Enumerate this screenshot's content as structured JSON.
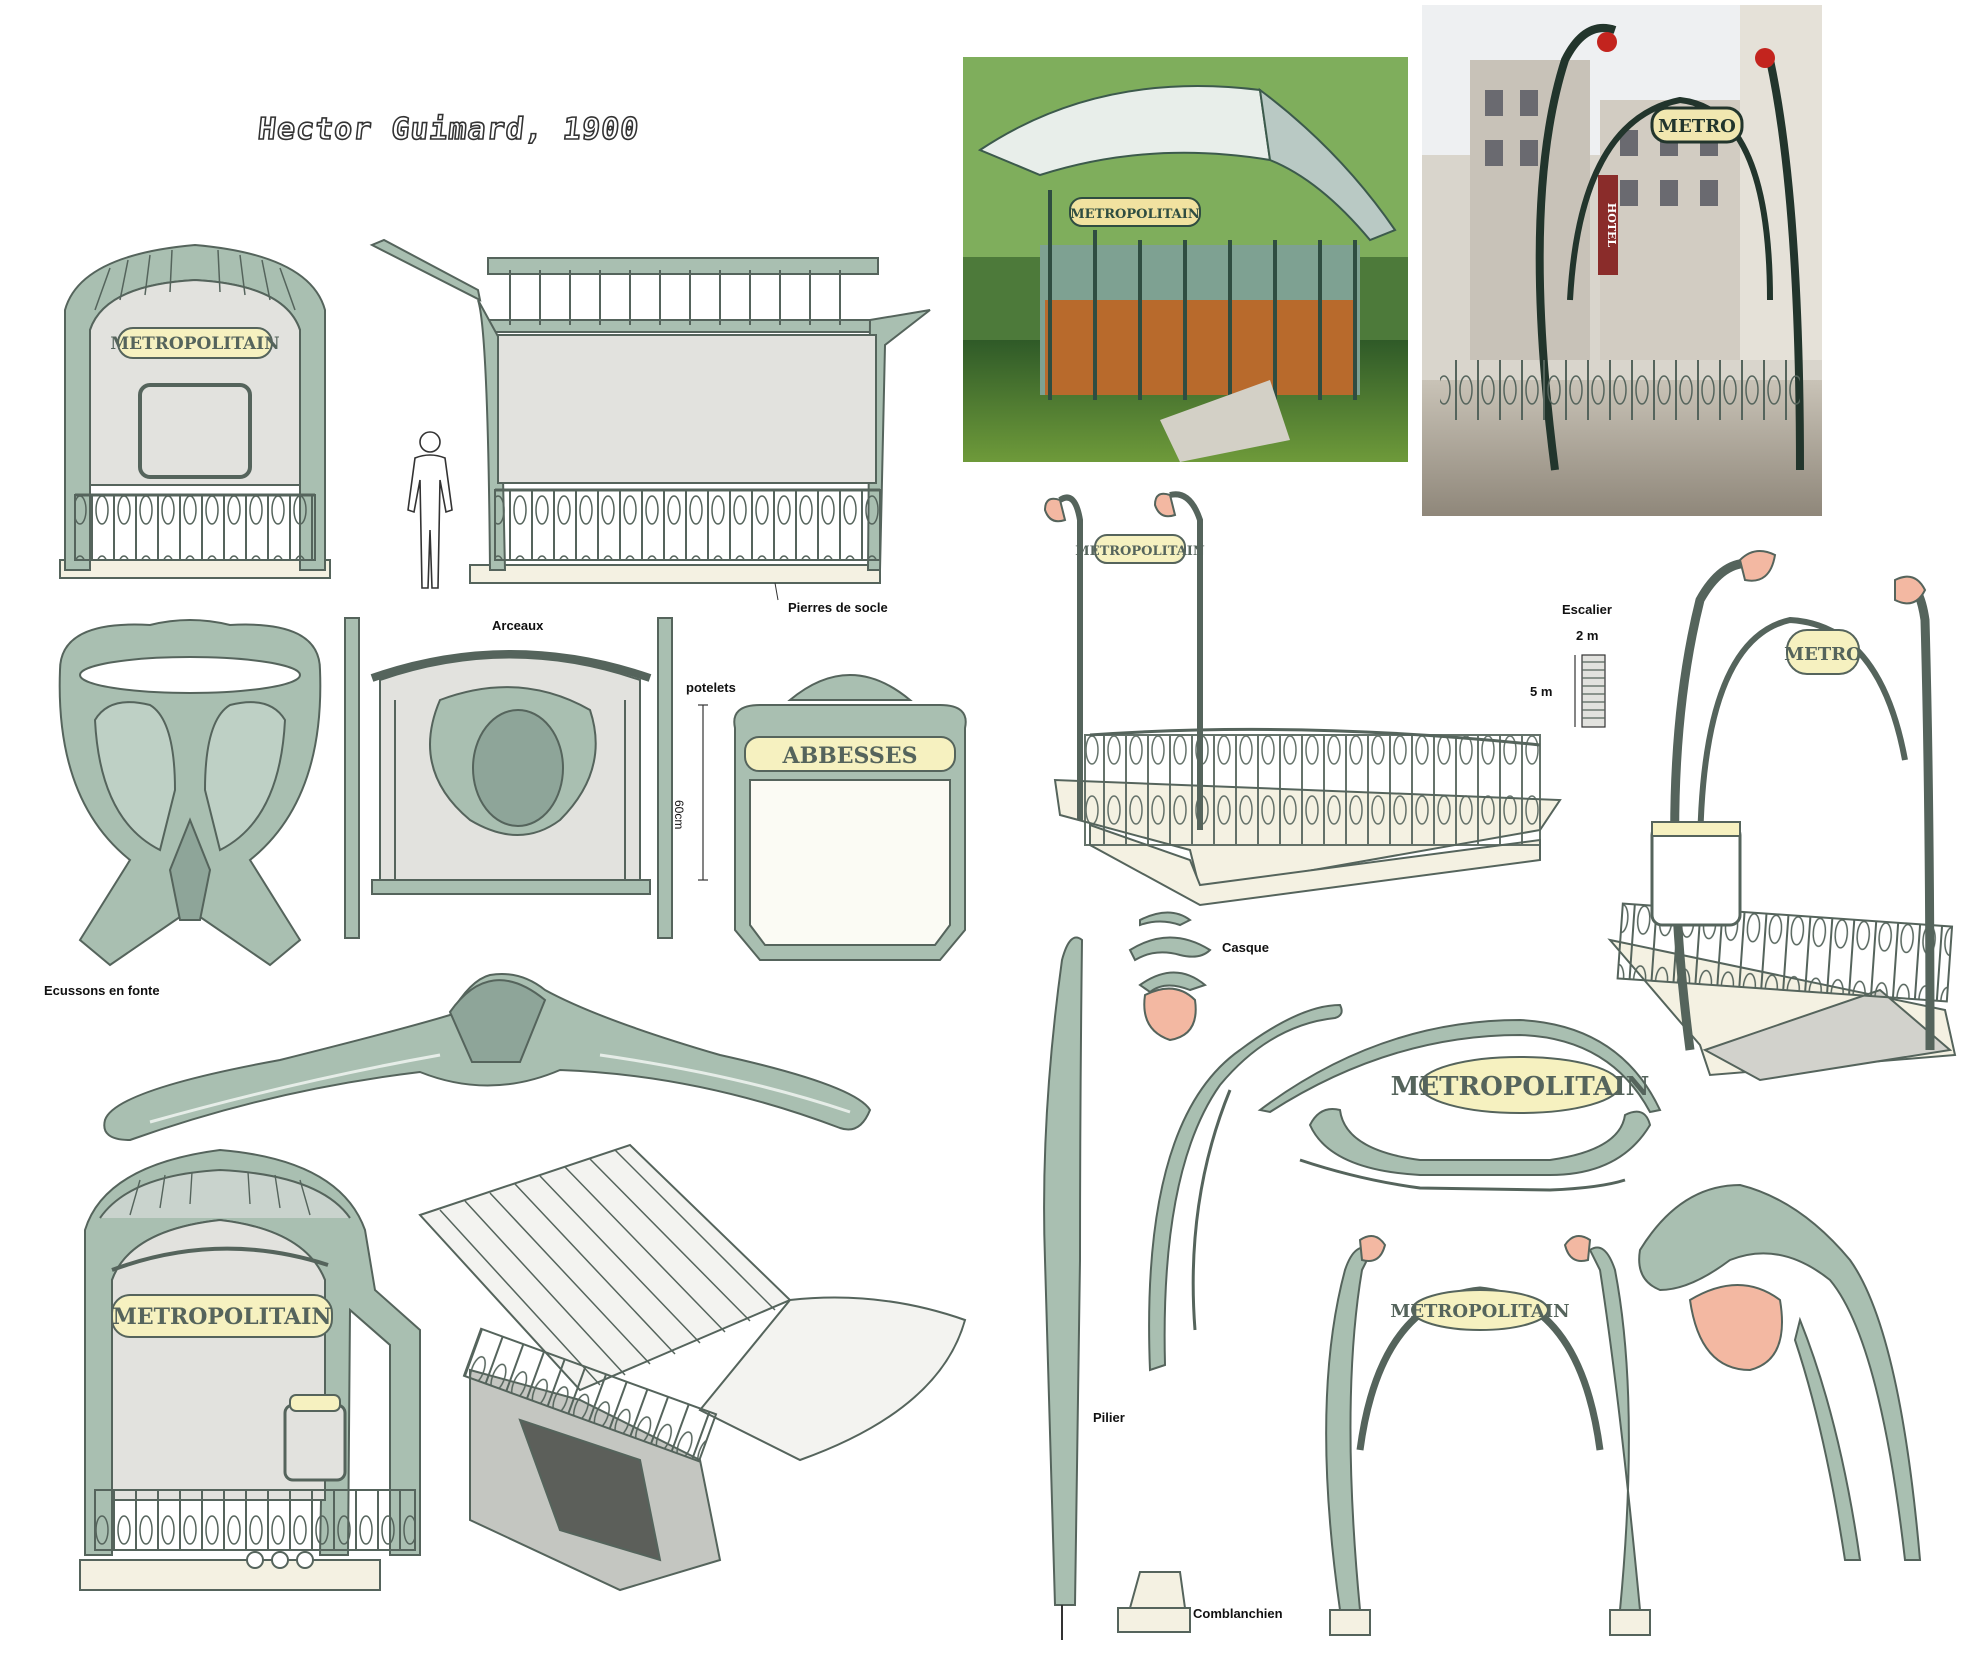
{
  "title": "Hector Guimard, 1900",
  "labels": {
    "pierres_de_socle": "Pierres de socle",
    "arceaux": "Arceaux",
    "potelets": "potelets",
    "dim_60cm": "60cm",
    "ecussons_en_fonte": "Ecussons en fonte",
    "escalier": "Escalier",
    "dim_2m": "2 m",
    "dim_5m": "5 m",
    "casque": "Casque",
    "pilier": "Pilier",
    "comblanchien": "Comblanchien"
  },
  "signs": {
    "metropolitain": "METROPOLITAIN",
    "abbesses": "ABBESSES",
    "metro": "METRO",
    "hotel": "HOTEL"
  },
  "colors": {
    "ironwork_green": "#a9bfb1",
    "ironwork_dark": "#55645c",
    "panel_grey": "#e2e2de",
    "sign_yellow": "#f6f1c0",
    "lamp_pink": "#f3b8a2",
    "stone": "#f4f1e2"
  }
}
